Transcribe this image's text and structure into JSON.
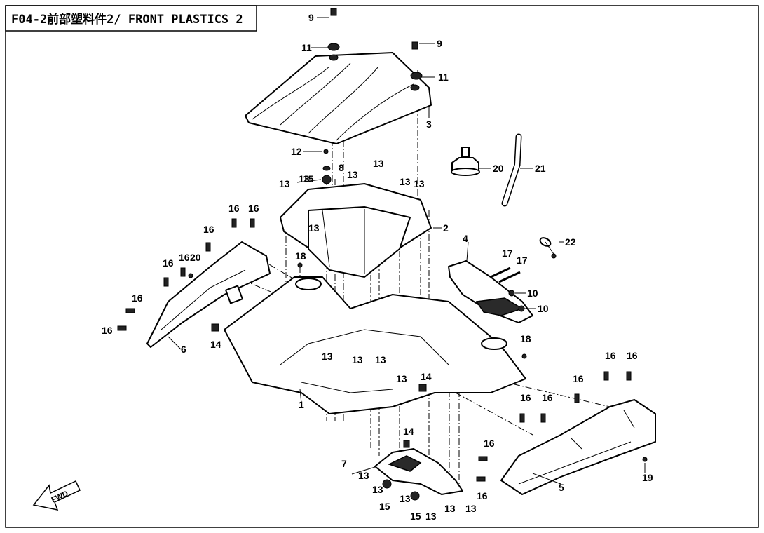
{
  "title": "F04-2前部塑料件2/ FRONT PLASTICS 2",
  "fwd_label": "FWD",
  "callouts": [
    "9",
    "11",
    "9",
    "11",
    "3",
    "12",
    "8",
    "15",
    "13",
    "13",
    "13",
    "13",
    "13",
    "13",
    "2",
    "20",
    "21",
    "16",
    "16",
    "16",
    "20",
    "16",
    "16",
    "16",
    "16",
    "18",
    "13",
    "22",
    "4",
    "17",
    "17",
    "10",
    "10",
    "14",
    "6",
    "18",
    "13",
    "13",
    "13",
    "13",
    "14",
    "16",
    "16",
    "16",
    "16",
    "16",
    "1",
    "7",
    "14",
    "13",
    "16",
    "19",
    "5",
    "13",
    "15",
    "13",
    "15",
    "13",
    "13",
    "13",
    "16"
  ]
}
